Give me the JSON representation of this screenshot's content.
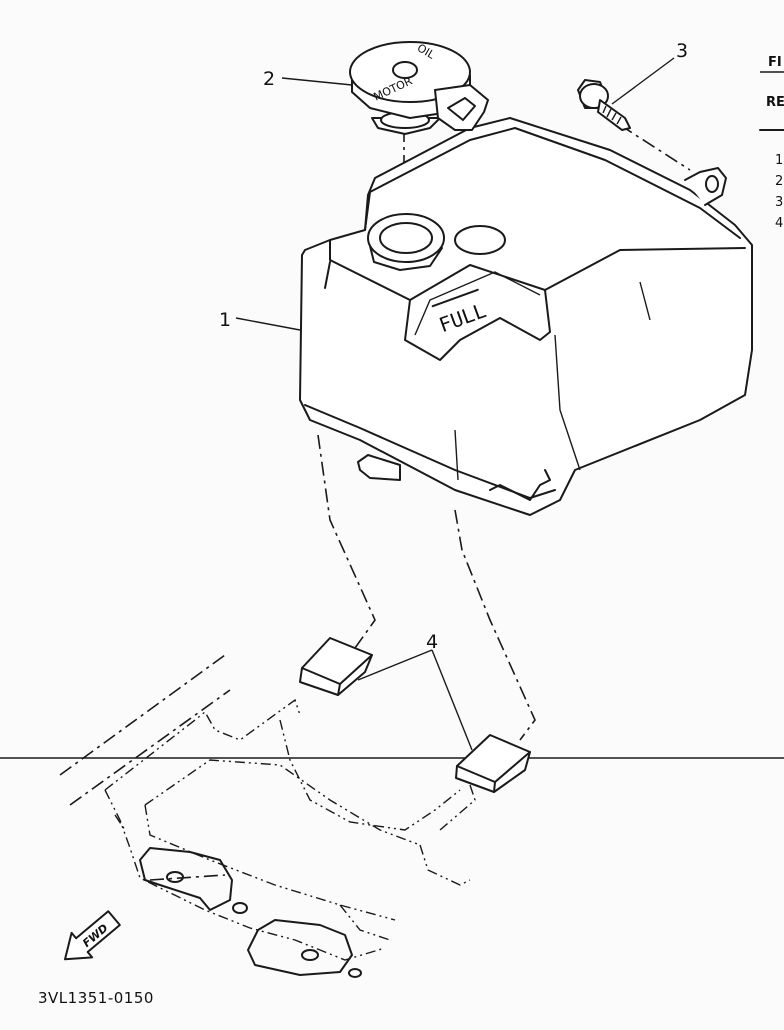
{
  "callouts": {
    "c1": "1",
    "c2": "2",
    "c3": "3",
    "c4": "4"
  },
  "cap_text": {
    "line1": "MOTOR",
    "line2": "OIL"
  },
  "tank_label": "FULL",
  "drawing_number": "3VL1351-0150",
  "fwd_label": "FWD",
  "table": {
    "head1": "FI",
    "head2": "RE",
    "rows": [
      "1",
      "2",
      "3",
      "4"
    ]
  }
}
